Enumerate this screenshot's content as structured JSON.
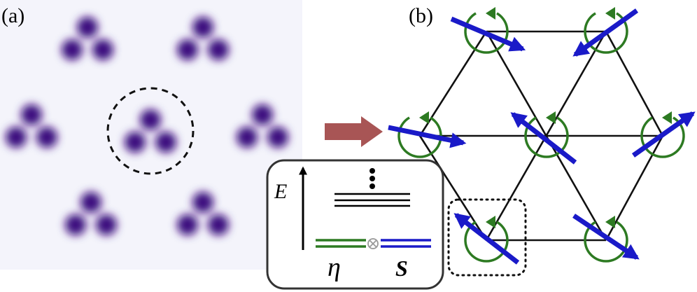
{
  "panels": {
    "a": {
      "label": "(a)"
    },
    "b": {
      "label": "(b)"
    }
  },
  "inset": {
    "axis_label": "E",
    "left_label": "η",
    "right_label": "S"
  },
  "colors": {
    "blob": "#3a0a7e",
    "background_a": "#f4f4fb",
    "arrow_transition": "#a85555",
    "lattice": "#111111",
    "rotation_arrow": "#2d7a22",
    "spin_arrow": "#1a1ac8",
    "eta_level": "#2d7a22",
    "spin_level": "#1a1ac8"
  },
  "icons": {
    "transition": "block-arrow-right-icon",
    "rotation": "circular-arrow-icon",
    "spin": "spin-arrow-icon",
    "tensor": "circled-times-icon",
    "ellipsis": "vertical-dots-icon"
  }
}
